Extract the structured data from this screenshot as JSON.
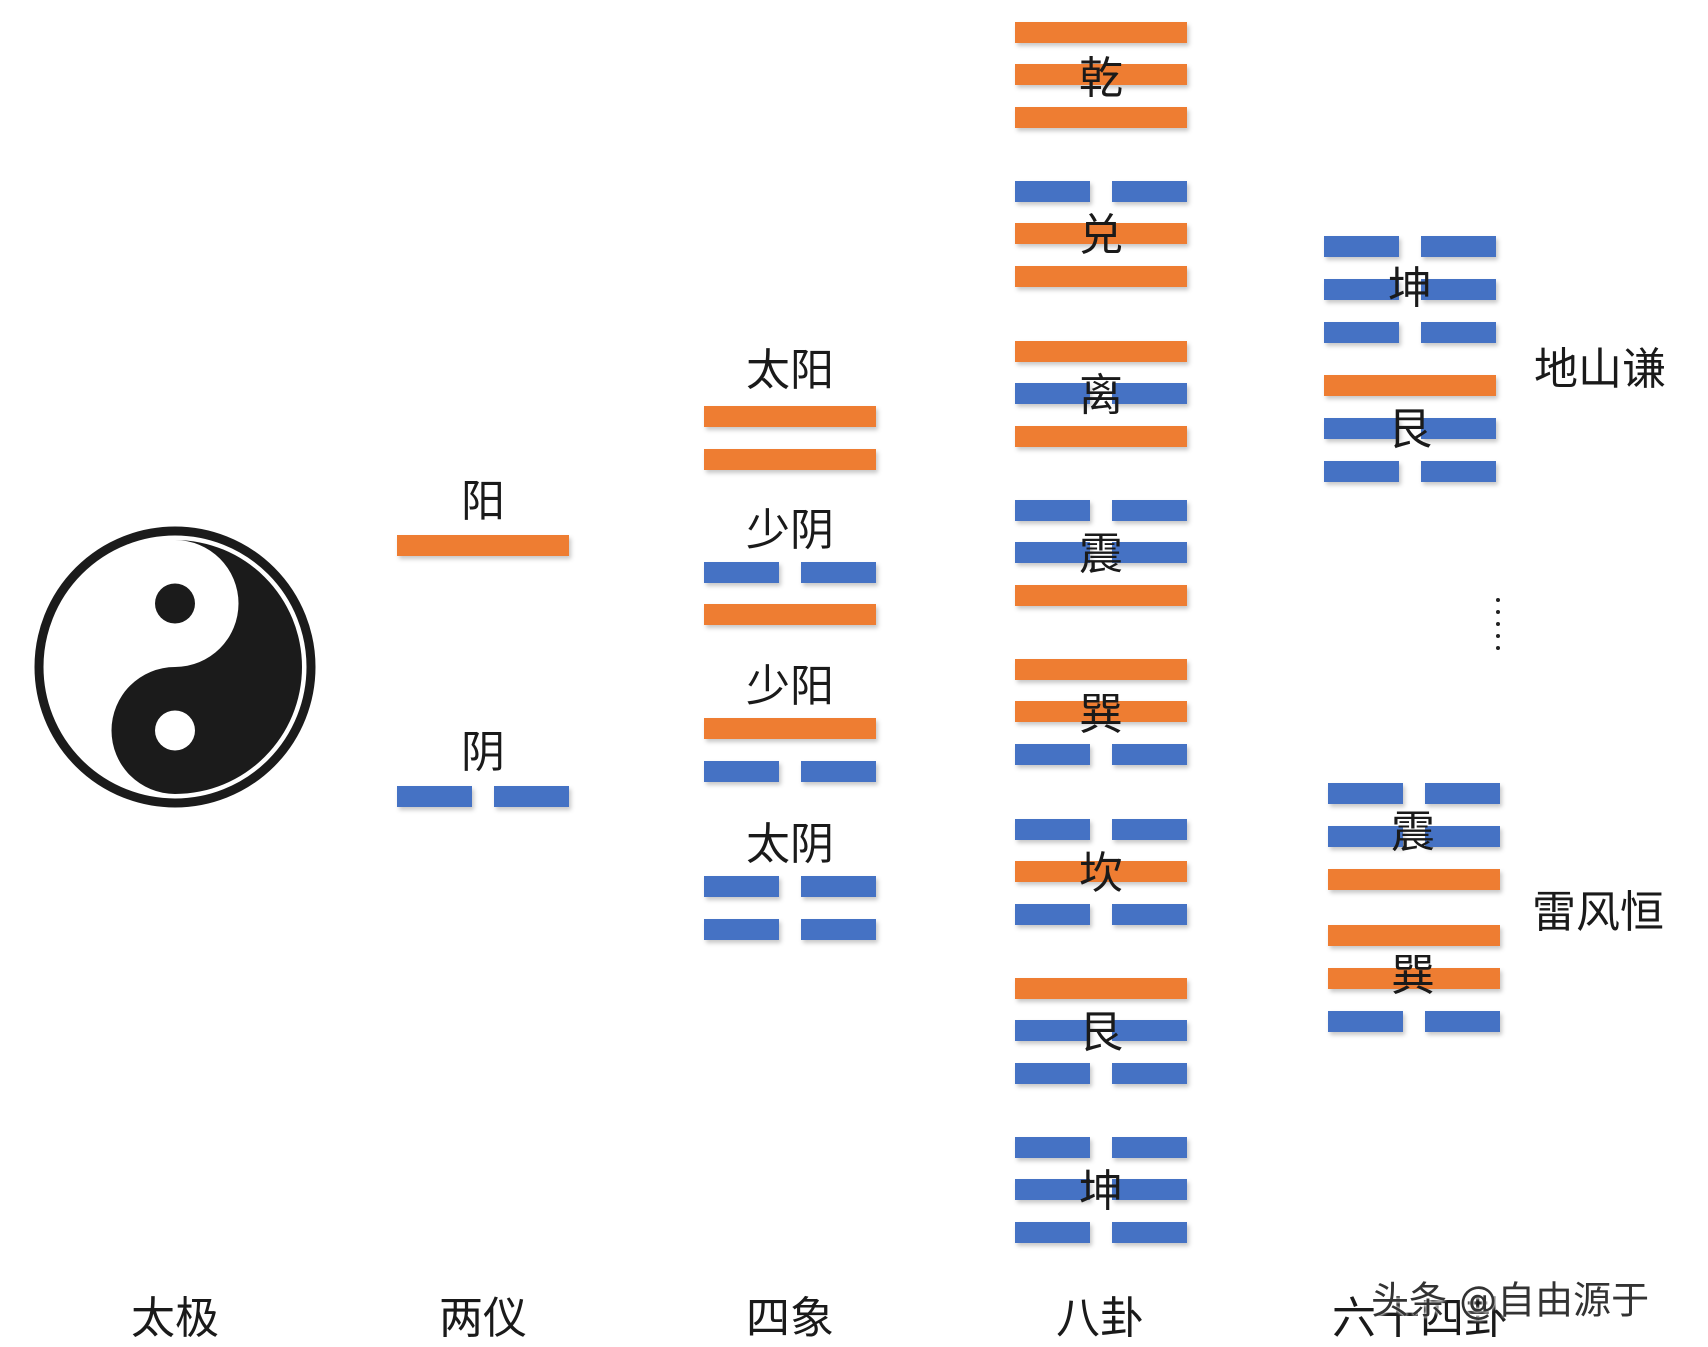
{
  "colors": {
    "yang": "#ee7d31",
    "yin": "#4472c4",
    "symbol": "#1b1b1b"
  },
  "stage_labels": {
    "taiji": "太极",
    "liangyi": "两仪",
    "sixiang": "四象",
    "bagua": "八卦",
    "liushisi": "六十四卦"
  },
  "liangyi": [
    {
      "name": "阳",
      "lines": [
        1
      ]
    },
    {
      "name": "阴",
      "lines": [
        0
      ]
    }
  ],
  "sixiang": [
    {
      "name": "太阳",
      "lines": [
        1,
        1
      ]
    },
    {
      "name": "少阴",
      "lines": [
        0,
        1
      ]
    },
    {
      "name": "少阳",
      "lines": [
        1,
        0
      ]
    },
    {
      "name": "太阴",
      "lines": [
        0,
        0
      ]
    }
  ],
  "bagua": [
    {
      "name": "乾",
      "lines": [
        1,
        1,
        1
      ]
    },
    {
      "name": "兑",
      "lines": [
        0,
        1,
        1
      ]
    },
    {
      "name": "离",
      "lines": [
        1,
        0,
        1
      ]
    },
    {
      "name": "震",
      "lines": [
        0,
        0,
        1
      ]
    },
    {
      "name": "巽",
      "lines": [
        1,
        1,
        0
      ]
    },
    {
      "name": "坎",
      "lines": [
        0,
        1,
        0
      ]
    },
    {
      "name": "艮",
      "lines": [
        1,
        0,
        0
      ]
    },
    {
      "name": "坤",
      "lines": [
        0,
        0,
        0
      ]
    }
  ],
  "hexagrams": [
    {
      "name": "地山谦",
      "upper": {
        "name": "坤",
        "lines": [
          0,
          0,
          0
        ]
      },
      "lower": {
        "name": "艮",
        "lines": [
          1,
          0,
          0
        ]
      }
    },
    {
      "name": "雷风恒",
      "upper": {
        "name": "震",
        "lines": [
          0,
          0,
          1
        ]
      },
      "lower": {
        "name": "巽",
        "lines": [
          1,
          1,
          0
        ]
      }
    }
  ],
  "ellipsis": "……",
  "watermark": "头条 @自由源于"
}
